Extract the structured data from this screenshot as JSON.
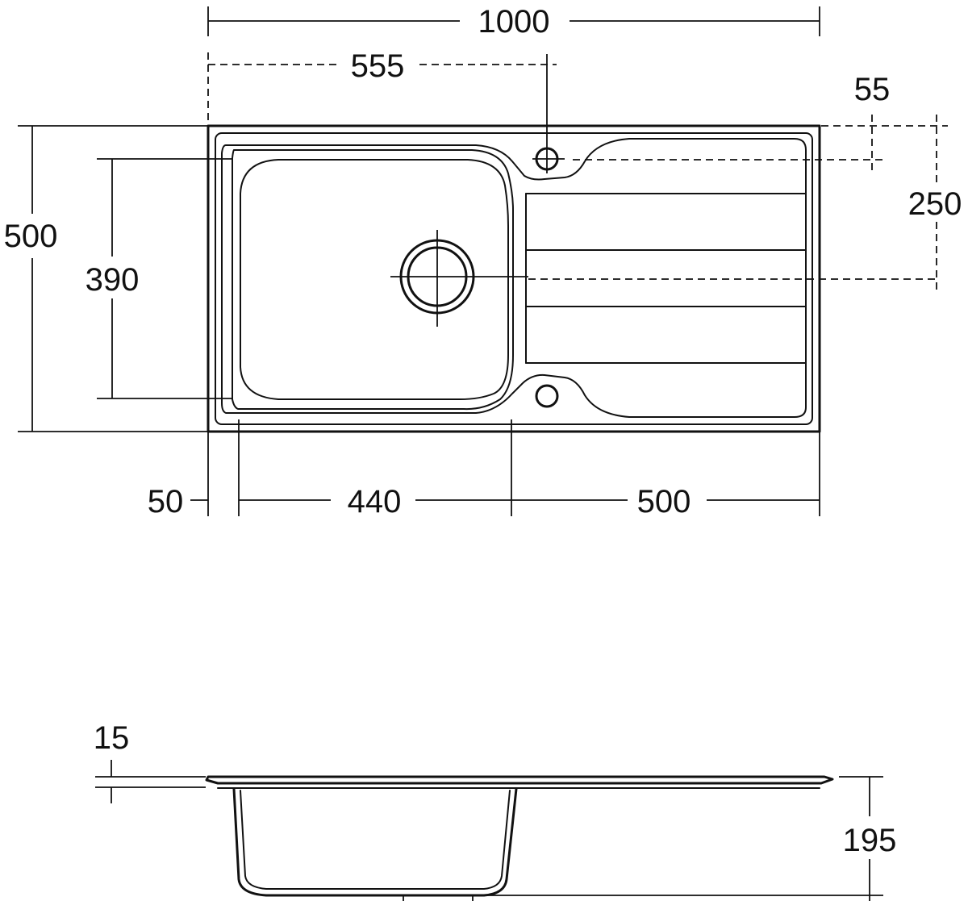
{
  "plan_view": {
    "overall_width": "1000",
    "tap_hole_offset": "555",
    "tap_hole_setback": "55",
    "waste_from_back": "250",
    "overall_depth": "500",
    "bowl_depth": "390",
    "bowl_offset": "50",
    "bowl_width": "440",
    "drainer_width": "500"
  },
  "section_view": {
    "flange_height": "15",
    "bowl_height": "195"
  }
}
